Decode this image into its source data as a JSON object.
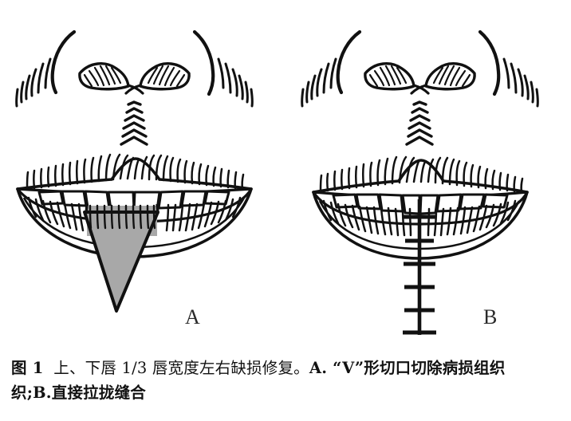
{
  "figure": {
    "number": "图 1",
    "title_text": "上、下唇 1/3 唇宽度左右缺损修复。",
    "caption_line1": "图 1  上、下唇 1/3 唇宽度左右缺损修复。A. “V”形切口切除病损组",
    "caption_line2": "织;B.直接拉拢缝合",
    "caption_full": "图 1  上、下唇 1/3 唇宽度左右缺损修复。A. “V”形切口切除病损组织;B.直接拉拢缝合",
    "sub_caption_a": "A. “V”形切口切除病损组织",
    "sub_caption_b": "B.直接拉拢缝合"
  },
  "panels": [
    {
      "id": "A",
      "label": "A",
      "description": "上、下唇 “V” 形切口切除病损组织",
      "has_shaded_excision": true,
      "shaded_region_shape": "V形(三角形)",
      "suture_count": 0
    },
    {
      "id": "B",
      "label": "B",
      "description": "直接拉拢缝合",
      "has_shaded_excision": false,
      "shaded_region_shape": "",
      "suture_count": 6
    }
  ],
  "colors": {
    "ink": "#111111",
    "shaded_fill": "#a8a8a8",
    "background": "#ffffff",
    "caption_text": "#121212",
    "label_text": "#2a2a2a"
  },
  "anatomy_labels": {
    "nose": "鼻",
    "nostril_left": "左鼻孔",
    "nostril_right": "右鼻孔",
    "philtrum": "人中",
    "upper_lip": "上唇",
    "lower_lip": "下唇",
    "teeth": "牙列",
    "suture_line": "缝合线"
  }
}
